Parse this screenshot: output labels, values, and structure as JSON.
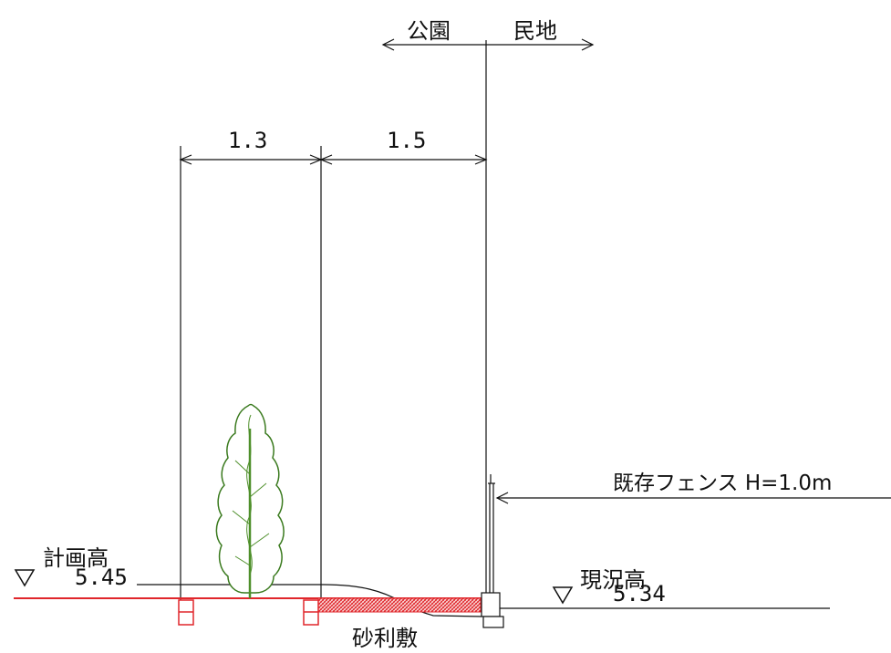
{
  "labels": {
    "park": "公園",
    "private_land": "民地",
    "dim_left": "1.3",
    "dim_right": "1.5",
    "fence": "既存フェンス H=1.0m",
    "plan_height_label": "計画高",
    "plan_height_value": "5.45",
    "existing_height_label": "現況高",
    "existing_height_value": "5.34",
    "gravel": "砂利敷"
  },
  "colors": {
    "line": "#111111",
    "red_line": "#e0262b",
    "hatch": "#e0262b",
    "tree_outline": "#3a7a1e"
  },
  "icons": [
    "level-triangle-icon",
    "tree-icon",
    "fence-post-icon"
  ]
}
